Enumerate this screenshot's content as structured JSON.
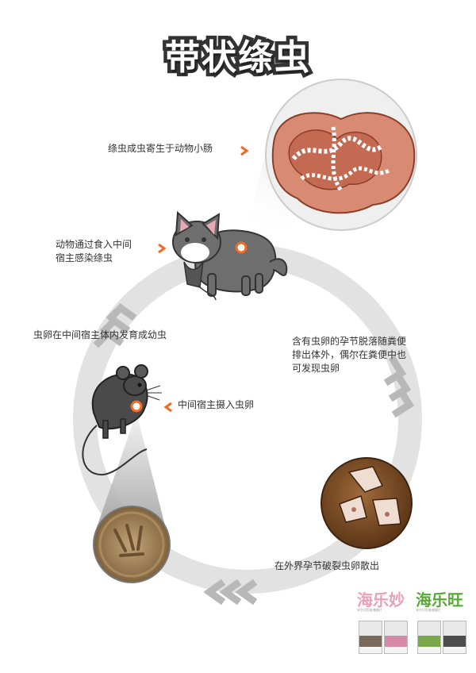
{
  "title": "带状绦虫",
  "steps": [
    {
      "text": "绦虫成虫寄生于动物小肠"
    },
    {
      "text": "动物通过食入中间\n宿主感染绦虫"
    },
    {
      "text": "虫卵在中间宿主体内发育成幼虫"
    },
    {
      "text": "中间宿主摄入虫卵"
    },
    {
      "text": "含有虫卵的孕节脱落随粪便\n排出体外，偶尔在粪便中也\n可发现虫卵"
    },
    {
      "text": "在外界孕节破裂虫卵散出"
    }
  ],
  "brands": [
    {
      "name": "海乐妙",
      "tagline": "米尔贝肟吡喹酮片",
      "color": "#e8a0b8"
    },
    {
      "name": "海乐旺",
      "tagline": "米尔贝肟吡喹酮片",
      "color": "#5aa83a"
    }
  ],
  "colors": {
    "accent": "#f26a21",
    "ring": "#d9d9d9",
    "outline": "#333333"
  },
  "icons": [
    "intestine-icon",
    "cat-icon",
    "mouse-icon",
    "egg-icon",
    "segments-icon",
    "chevron-right-icon"
  ]
}
